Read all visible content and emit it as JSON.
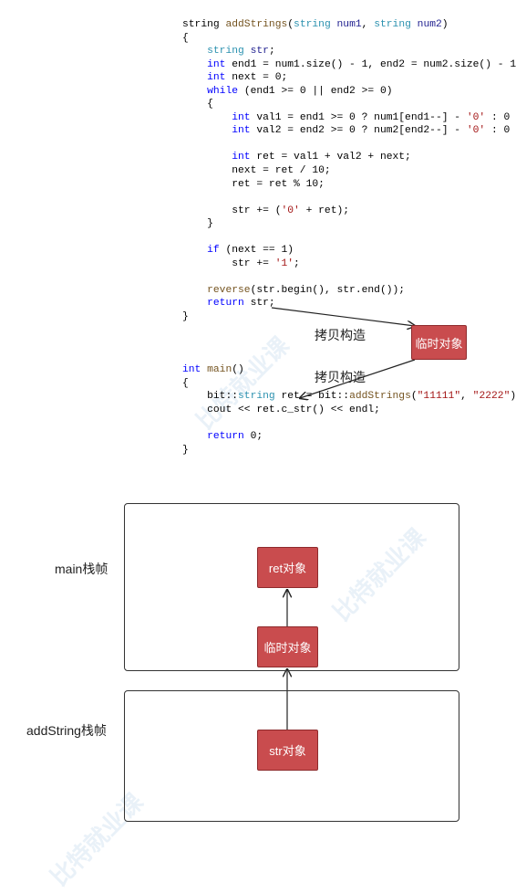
{
  "code_lines": [
    [
      {
        "t": "string ",
        "c": ""
      },
      {
        "t": "addStrings",
        "c": "fn"
      },
      {
        "t": "(",
        "c": ""
      },
      {
        "t": "string ",
        "c": "typ"
      },
      {
        "t": "num1",
        "c": "var"
      },
      {
        "t": ", ",
        "c": ""
      },
      {
        "t": "string ",
        "c": "typ"
      },
      {
        "t": "num2",
        "c": "var"
      },
      {
        "t": ")",
        "c": ""
      }
    ],
    [
      {
        "t": "{",
        "c": ""
      }
    ],
    [
      {
        "t": "    ",
        "c": ""
      },
      {
        "t": "string ",
        "c": "typ"
      },
      {
        "t": "str",
        "c": "var"
      },
      {
        "t": ";",
        "c": ""
      }
    ],
    [
      {
        "t": "    ",
        "c": ""
      },
      {
        "t": "int ",
        "c": "kw"
      },
      {
        "t": "end1 = num1.size() - 1, end2 = num2.size() - 1",
        "c": ""
      }
    ],
    [
      {
        "t": "    ",
        "c": ""
      },
      {
        "t": "int ",
        "c": "kw"
      },
      {
        "t": "next = 0;",
        "c": ""
      }
    ],
    [
      {
        "t": "    ",
        "c": ""
      },
      {
        "t": "while ",
        "c": "kw"
      },
      {
        "t": "(end1 >= 0 || end2 >= 0)",
        "c": ""
      }
    ],
    [
      {
        "t": "    {",
        "c": ""
      }
    ],
    [
      {
        "t": "        ",
        "c": ""
      },
      {
        "t": "int ",
        "c": "kw"
      },
      {
        "t": "val1 = end1 >= 0 ? num1[end1--] - ",
        "c": ""
      },
      {
        "t": "'0'",
        "c": "str"
      },
      {
        "t": " : 0",
        "c": ""
      }
    ],
    [
      {
        "t": "        ",
        "c": ""
      },
      {
        "t": "int ",
        "c": "kw"
      },
      {
        "t": "val2 = end2 >= 0 ? num2[end2--] - ",
        "c": ""
      },
      {
        "t": "'0'",
        "c": "str"
      },
      {
        "t": " : 0",
        "c": ""
      }
    ],
    [
      {
        "t": "",
        "c": ""
      }
    ],
    [
      {
        "t": "        ",
        "c": ""
      },
      {
        "t": "int ",
        "c": "kw"
      },
      {
        "t": "ret = val1 + val2 + next;",
        "c": ""
      }
    ],
    [
      {
        "t": "        next = ret / 10;",
        "c": ""
      }
    ],
    [
      {
        "t": "        ret = ret % 10;",
        "c": ""
      }
    ],
    [
      {
        "t": "",
        "c": ""
      }
    ],
    [
      {
        "t": "        str += (",
        "c": ""
      },
      {
        "t": "'0'",
        "c": "str"
      },
      {
        "t": " + ret);",
        "c": ""
      }
    ],
    [
      {
        "t": "    }",
        "c": ""
      }
    ],
    [
      {
        "t": "",
        "c": ""
      }
    ],
    [
      {
        "t": "    ",
        "c": ""
      },
      {
        "t": "if ",
        "c": "kw"
      },
      {
        "t": "(next == 1)",
        "c": ""
      }
    ],
    [
      {
        "t": "        str += ",
        "c": ""
      },
      {
        "t": "'1'",
        "c": "str"
      },
      {
        "t": ";",
        "c": ""
      }
    ],
    [
      {
        "t": "",
        "c": ""
      }
    ],
    [
      {
        "t": "    ",
        "c": ""
      },
      {
        "t": "reverse",
        "c": "fn"
      },
      {
        "t": "(str.begin(), str.end());",
        "c": ""
      }
    ],
    [
      {
        "t": "    ",
        "c": ""
      },
      {
        "t": "return ",
        "c": "kw"
      },
      {
        "t": "str;",
        "c": ""
      }
    ],
    [
      {
        "t": "}",
        "c": ""
      }
    ],
    [
      {
        "t": "",
        "c": ""
      }
    ],
    [
      {
        "t": "",
        "c": ""
      }
    ],
    [
      {
        "t": "",
        "c": ""
      }
    ],
    [
      {
        "t": "int ",
        "c": "kw"
      },
      {
        "t": "main",
        "c": "fn"
      },
      {
        "t": "()",
        "c": ""
      }
    ],
    [
      {
        "t": "{",
        "c": ""
      }
    ],
    [
      {
        "t": "    bit::",
        "c": ""
      },
      {
        "t": "string ",
        "c": "typ"
      },
      {
        "t": "ret = bit::",
        "c": ""
      },
      {
        "t": "addStrings",
        "c": "fn"
      },
      {
        "t": "(",
        "c": ""
      },
      {
        "t": "\"11111\"",
        "c": "str"
      },
      {
        "t": ", ",
        "c": ""
      },
      {
        "t": "\"2222\"",
        "c": "str"
      },
      {
        "t": ")",
        "c": ""
      }
    ],
    [
      {
        "t": "    cout << ret.c_str() << endl;",
        "c": ""
      }
    ],
    [
      {
        "t": "",
        "c": ""
      }
    ],
    [
      {
        "t": "    ",
        "c": ""
      },
      {
        "t": "return ",
        "c": "kw"
      },
      {
        "t": "0;",
        "c": ""
      }
    ],
    [
      {
        "t": "}",
        "c": ""
      }
    ]
  ],
  "annotations": {
    "copy_construct_1": "拷贝构造",
    "copy_construct_2": "拷贝构造",
    "temp_object_top": "临时对象"
  },
  "stack": {
    "main_label": "main栈帧",
    "addstring_label": "addString栈帧",
    "ret_object": "ret对象",
    "temp_object": "临时对象",
    "str_object": "str对象"
  },
  "watermark": "比特就业课",
  "colors": {
    "box_fill": "#c94c4e",
    "keyword": "#0000ff",
    "string_literal": "#a31515",
    "type": "#2b91af"
  }
}
